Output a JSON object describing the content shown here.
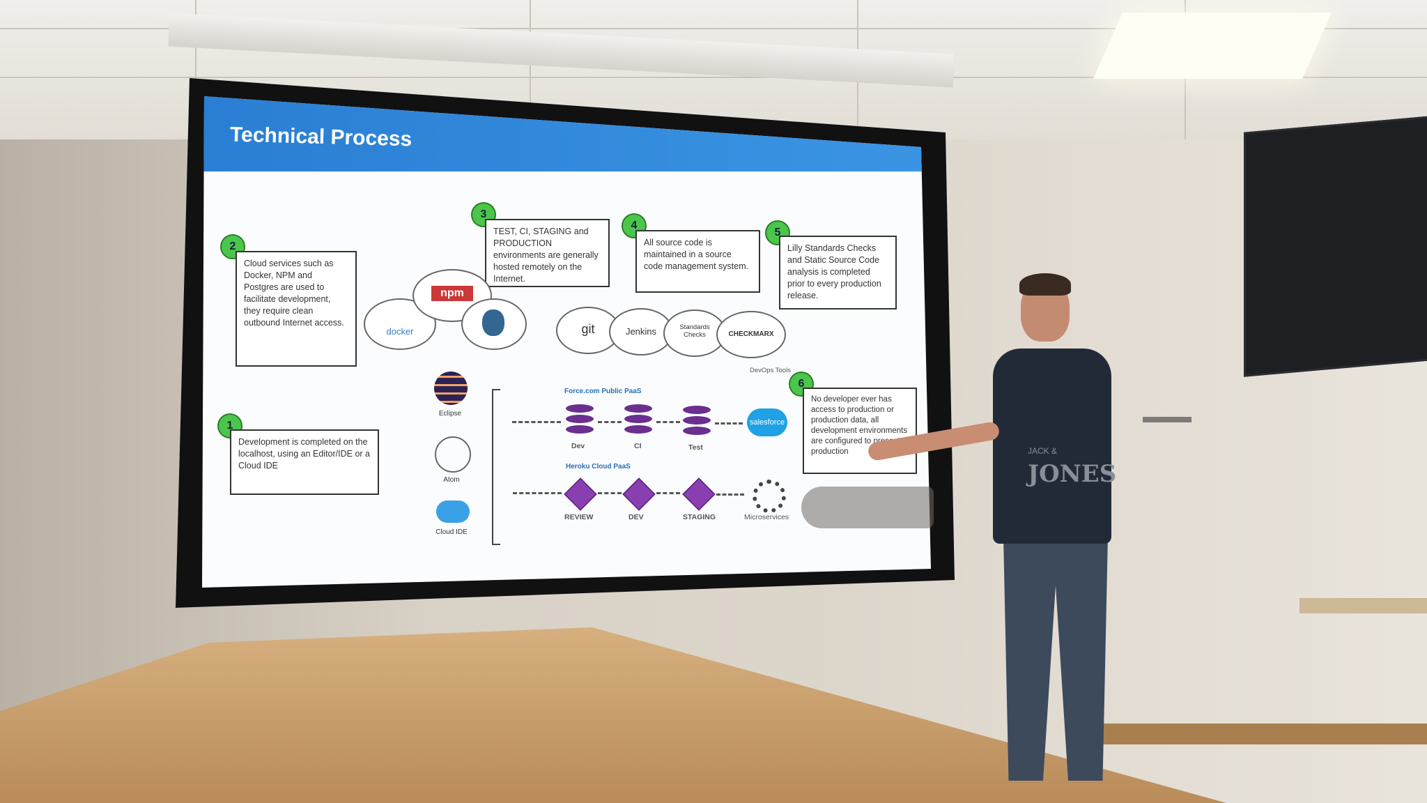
{
  "slide": {
    "title": "Technical Process",
    "callouts": [
      {
        "num": "1",
        "text": "Development is completed on the localhost, using an Editor/IDE or a Cloud IDE"
      },
      {
        "num": "2",
        "text": "Cloud services such as Docker, NPM and Postgres are used to facilitate development, they require clean outbound Internet access."
      },
      {
        "num": "3",
        "text": "TEST, CI, STAGING and PRODUCTION environments are generally hosted remotely on the Internet."
      },
      {
        "num": "4",
        "text": "All source code is maintained in a source code management system."
      },
      {
        "num": "5",
        "text": "Lilly Standards Checks and Static Source Code analysis is completed prior to every production release."
      },
      {
        "num": "6",
        "text": "No developer ever has access to production or production data, all development environments are configured to present production"
      }
    ],
    "cloud_services": [
      "docker",
      "npm"
    ],
    "ides": [
      "Eclipse",
      "Atom",
      "Cloud IDE"
    ],
    "devops_tools": [
      "git",
      "Jenkins",
      "Standards Checks",
      "CHECKMARX"
    ],
    "devops_label": "DevOps Tools",
    "force_label": "Force.com Public PaaS",
    "force_stages": [
      "Dev",
      "CI",
      "Test"
    ],
    "salesforce": "salesforce",
    "heroku_label": "Heroku Cloud PaaS",
    "heroku_stages": [
      "REVIEW",
      "DEV",
      "STAGING"
    ],
    "microservices": "Microservices"
  },
  "shirt": {
    "text": "JONES",
    "small": "JACK &"
  }
}
